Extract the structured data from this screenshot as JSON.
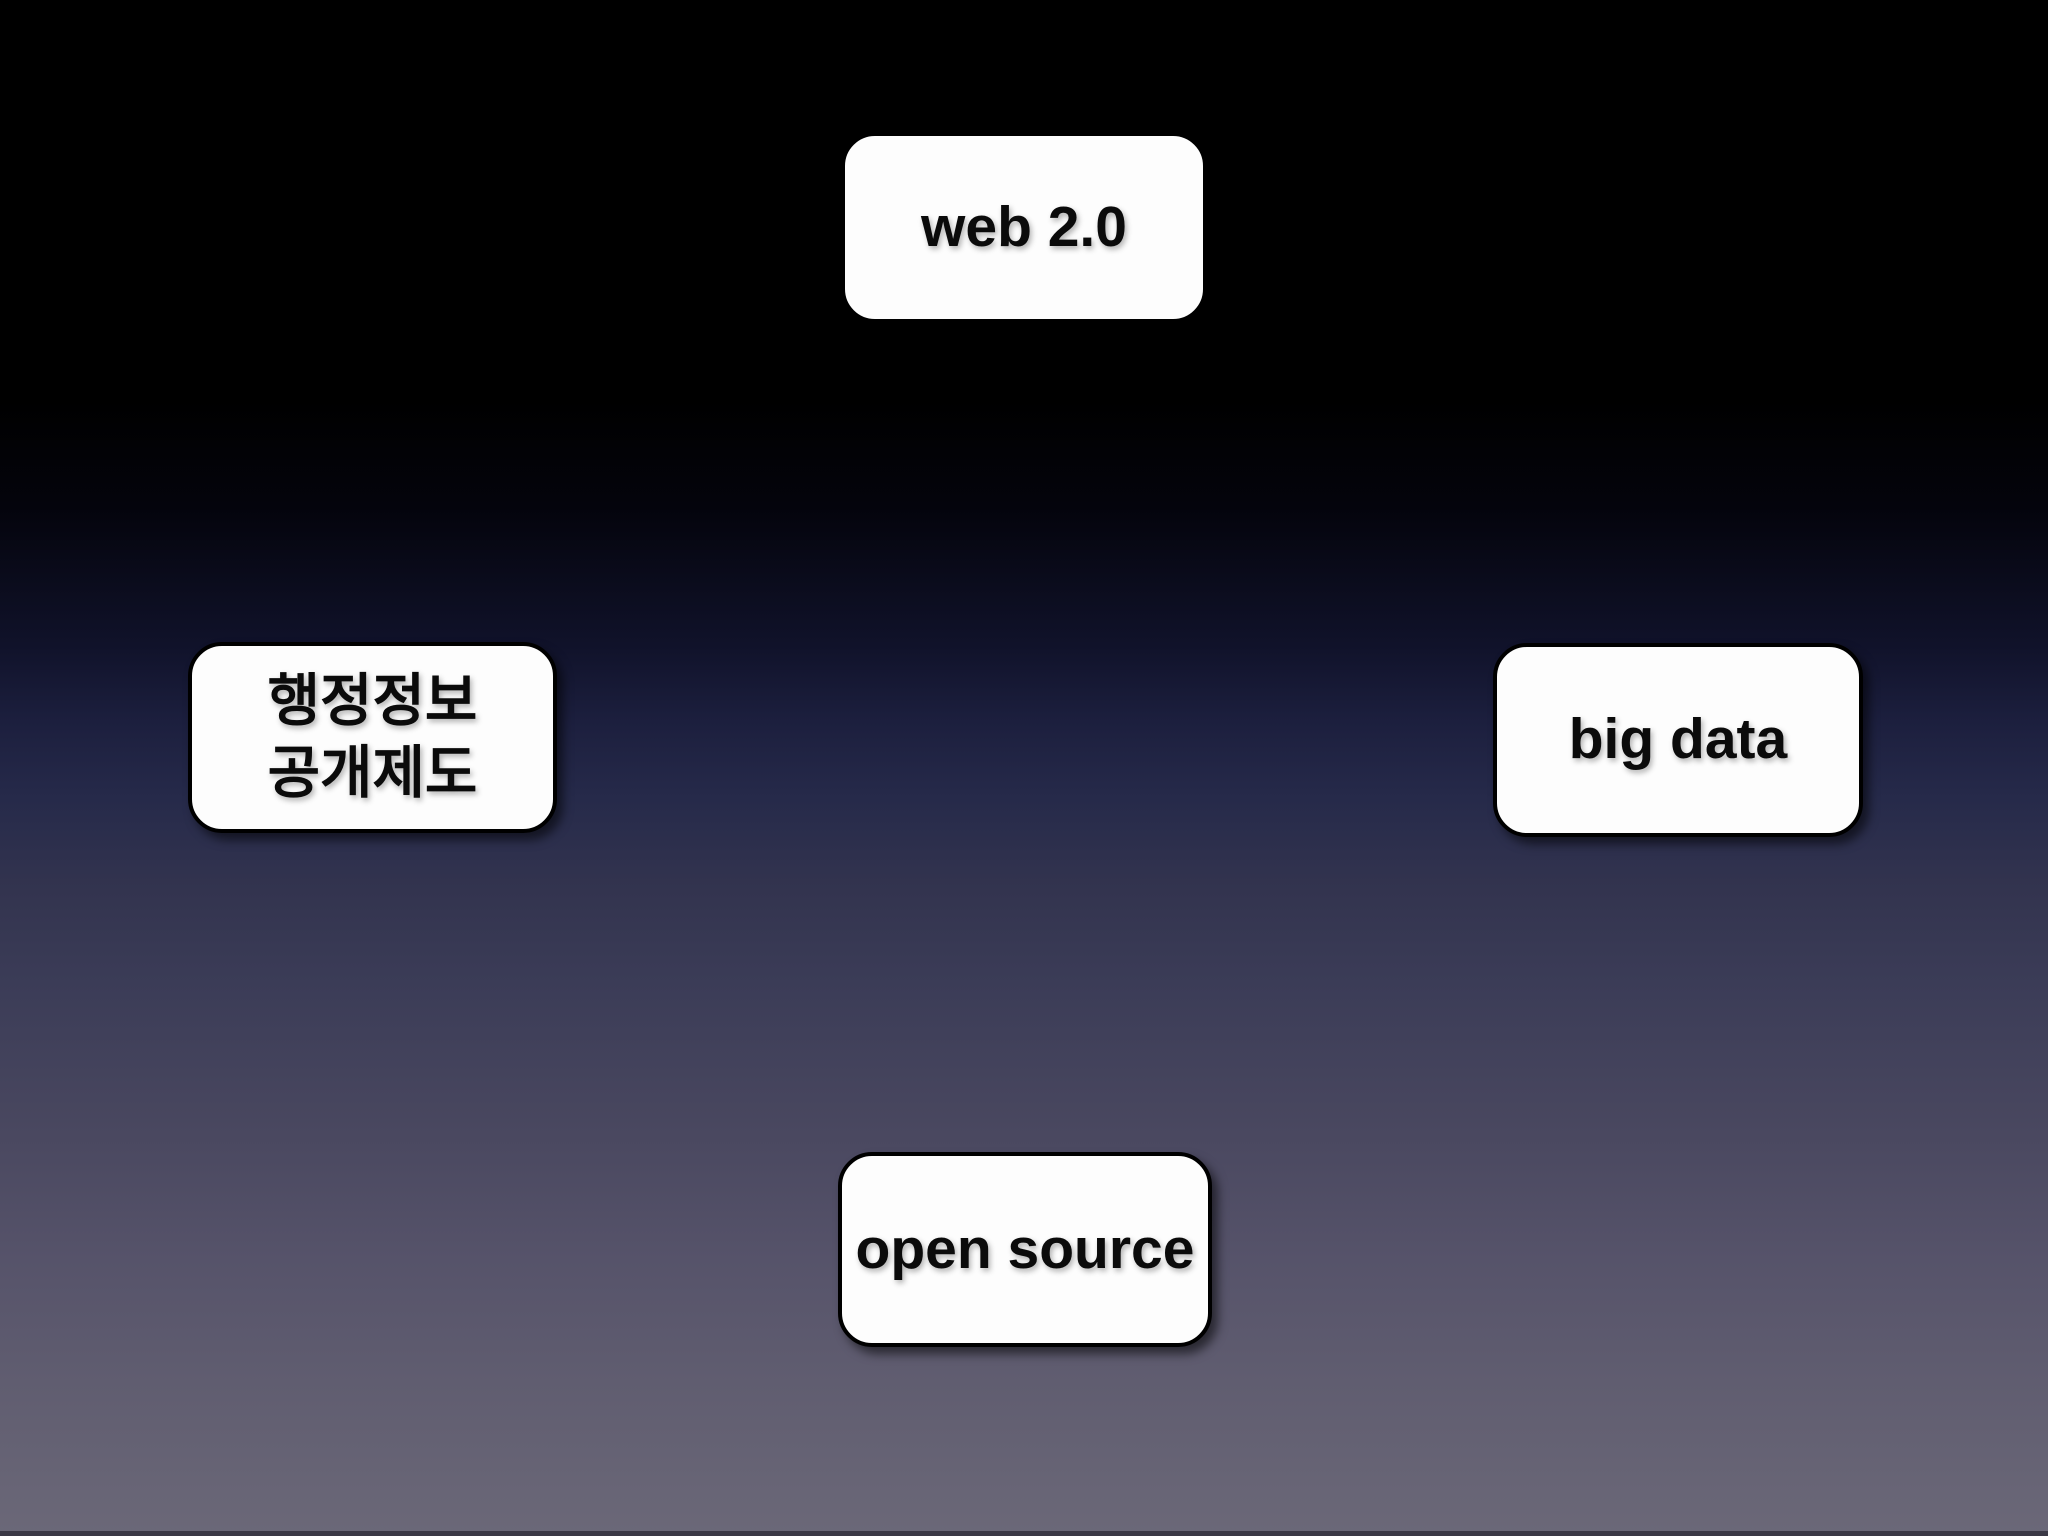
{
  "slide": {
    "nodes": [
      {
        "id": "web-2-0",
        "label": "web 2.0"
      },
      {
        "id": "admin-info-disclosure",
        "label": "행정정보\n공개제도"
      },
      {
        "id": "big-data",
        "label": "big data"
      },
      {
        "id": "open-source",
        "label": "open source"
      }
    ],
    "colors": {
      "background_top": "#000000",
      "background_middle": "#262a4a",
      "background_bottom": "#6b6878",
      "node_fill": "#fdfdfd",
      "node_border": "#000000",
      "node_text": "#0b0b0b"
    }
  }
}
